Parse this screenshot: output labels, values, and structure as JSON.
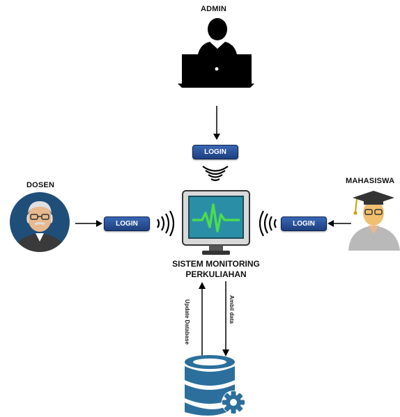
{
  "actors": {
    "admin": "ADMIN",
    "dosen": "DOSEN",
    "mahasiswa": "MAHASISWA"
  },
  "login_buttons": {
    "admin": "LOGIN",
    "dosen": "LOGIN",
    "mahasiswa": "LOGIN"
  },
  "system": {
    "title_line1": "SISTEM MONITORING",
    "title_line2": "PERKULIAHAN"
  },
  "database_links": {
    "update": "Update Database",
    "ambil": "Ambil data"
  },
  "colors": {
    "button": "#2a4f97",
    "db": "#2c6f9c",
    "monitor": "#2a8fa6",
    "pulse": "#4ddc4d",
    "dosen_circle": "#1f4e79",
    "mahasiswa_body": "#b9b9b9"
  }
}
